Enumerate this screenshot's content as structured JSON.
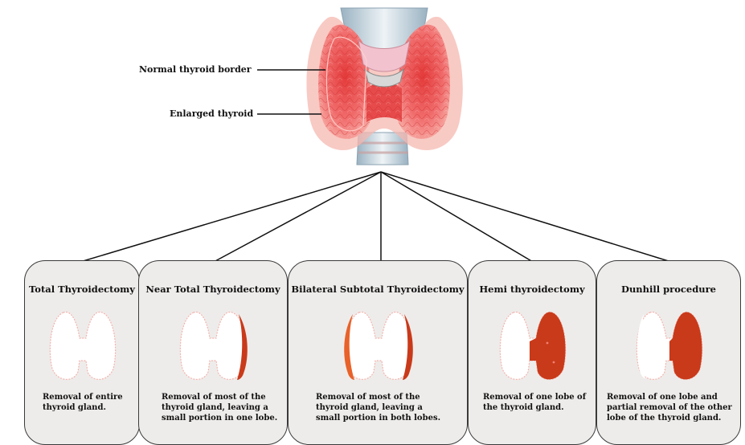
{
  "labels": {
    "normal_border": "Normal thyroid border",
    "enlarged": "Enlarged thyroid"
  },
  "procedures": [
    {
      "title": "Total Thyroidectomy",
      "description": "Removal of entire\nthyroid gland."
    },
    {
      "title": "Near Total Thyroidectomy",
      "description": "Removal of most of the\nthyroid gland, leaving a\nsmall portion in one lobe."
    },
    {
      "title": "Bilateral Subtotal Thyroidectomy",
      "description": "Removal of most of the\nthyroid gland, leaving a\nsmall portion in both lobes."
    },
    {
      "title": "Hemi thyroidectomy",
      "description": "Removal of one lobe of\nthe thyroid gland."
    },
    {
      "title": "Dunhill procedure",
      "description": "Removal of one lobe and\npartial removal of the other\nlobe of the thyroid gland."
    }
  ],
  "colors": {
    "thyroid_pink": "#f07a7a",
    "removed_tissue": "#c93a1a",
    "card_bg": "#eeecea"
  }
}
